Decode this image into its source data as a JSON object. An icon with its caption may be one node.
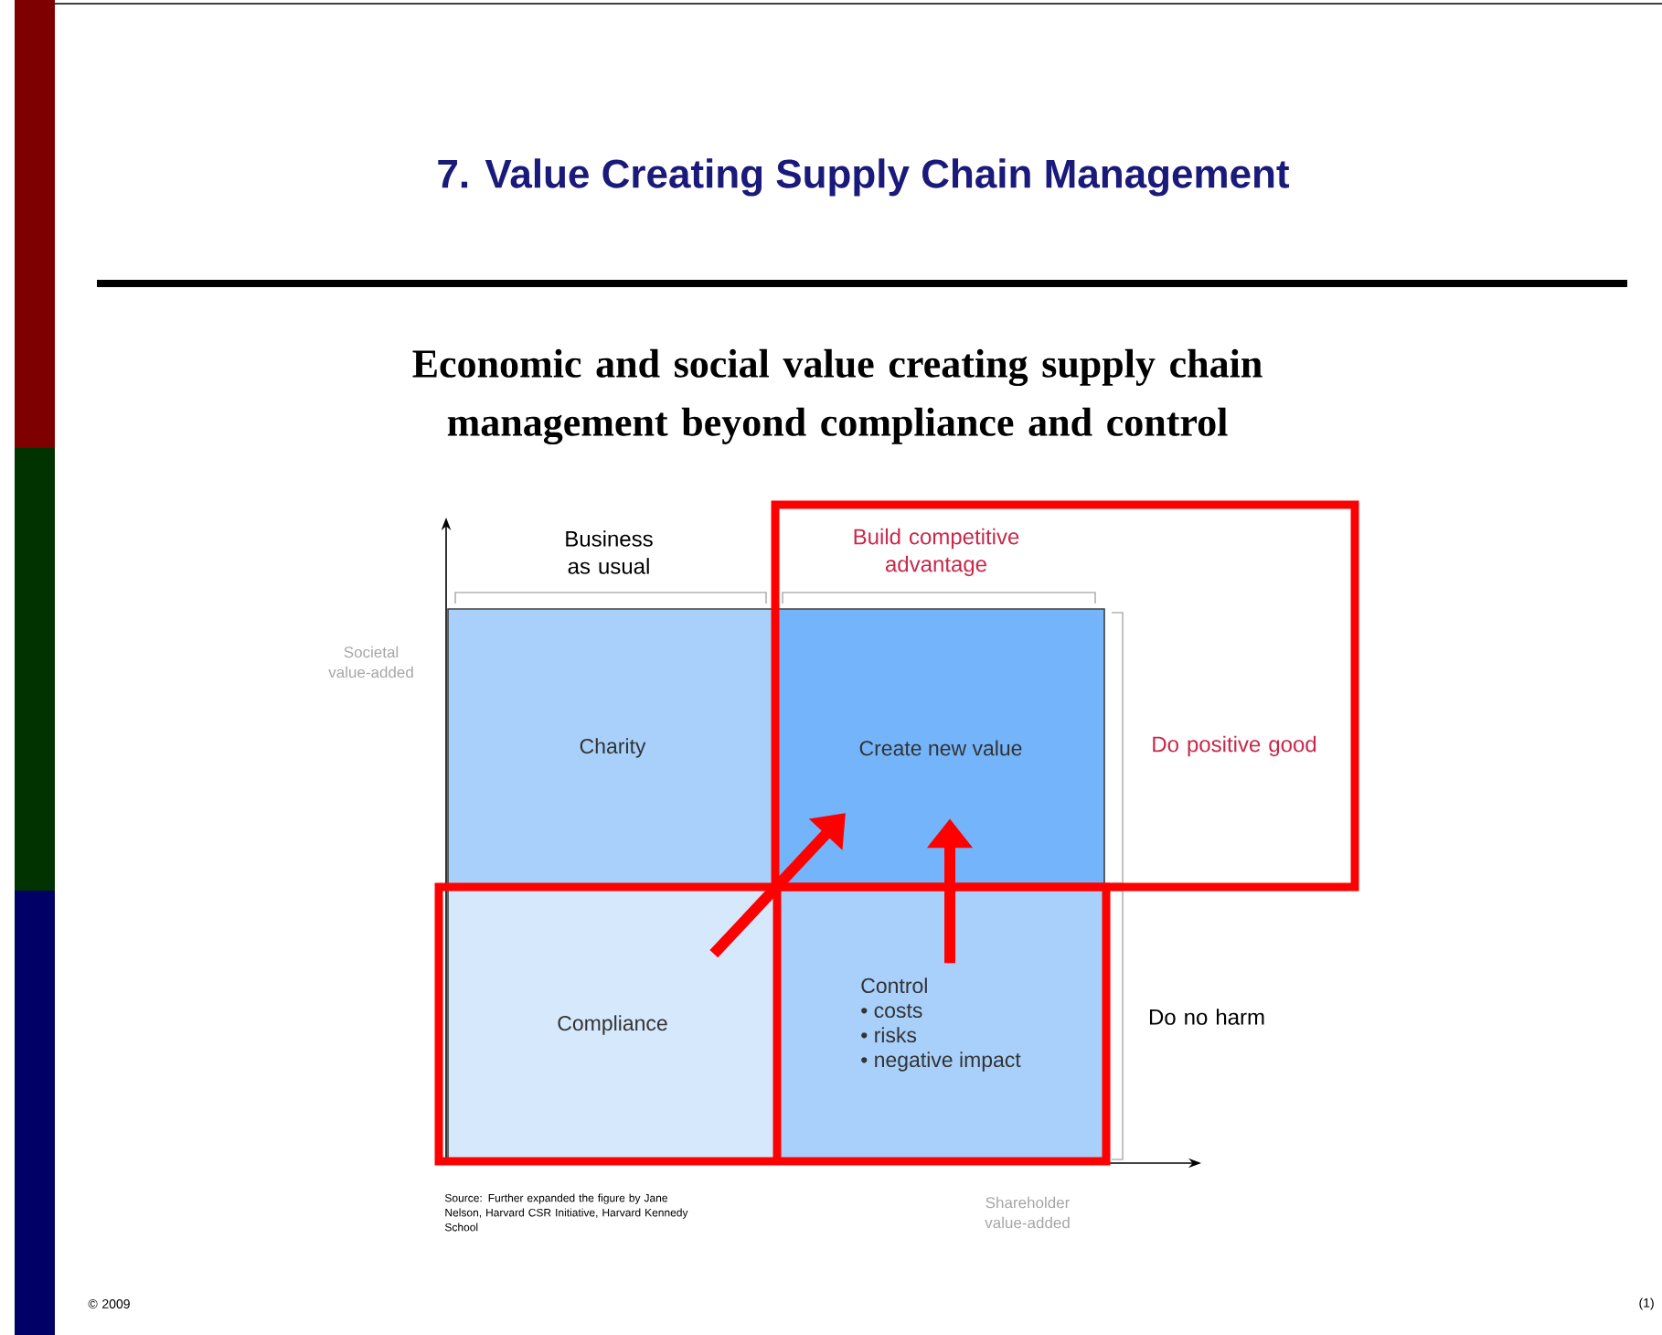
{
  "diagram": {
    "title": "7. Value Creating Supply Chain Management",
    "nodes": [
      {
        "text": [
          "Charity"
        ]
      },
      {
        "text": [
          "Create new value"
        ]
      },
      {
        "text": [
          "Compliance"
        ]
      },
      {
        "text": [
          "Control",
          "• costs",
          "• risks",
          "• negative impact"
        ]
      }
    ],
    "edges": [
      {
        "from": 2,
        "to": 1,
        "arrow": "to"
      },
      {
        "from": 3,
        "to": 1,
        "arrow": "to"
      }
    ],
    "labels": [
      "Economic and social value creating supply chain management beyond compliance and control",
      "Business as usual",
      "Build competitive advantage",
      "Societal value-added",
      "Do positive good",
      "Do no harm",
      "Source: Further expanded the figure by Jane Nelson, Harvard CSR Initiative, Harvard Kennedy School",
      "Shareholder value-added",
      "© 2009",
      "(1)"
    ]
  }
}
